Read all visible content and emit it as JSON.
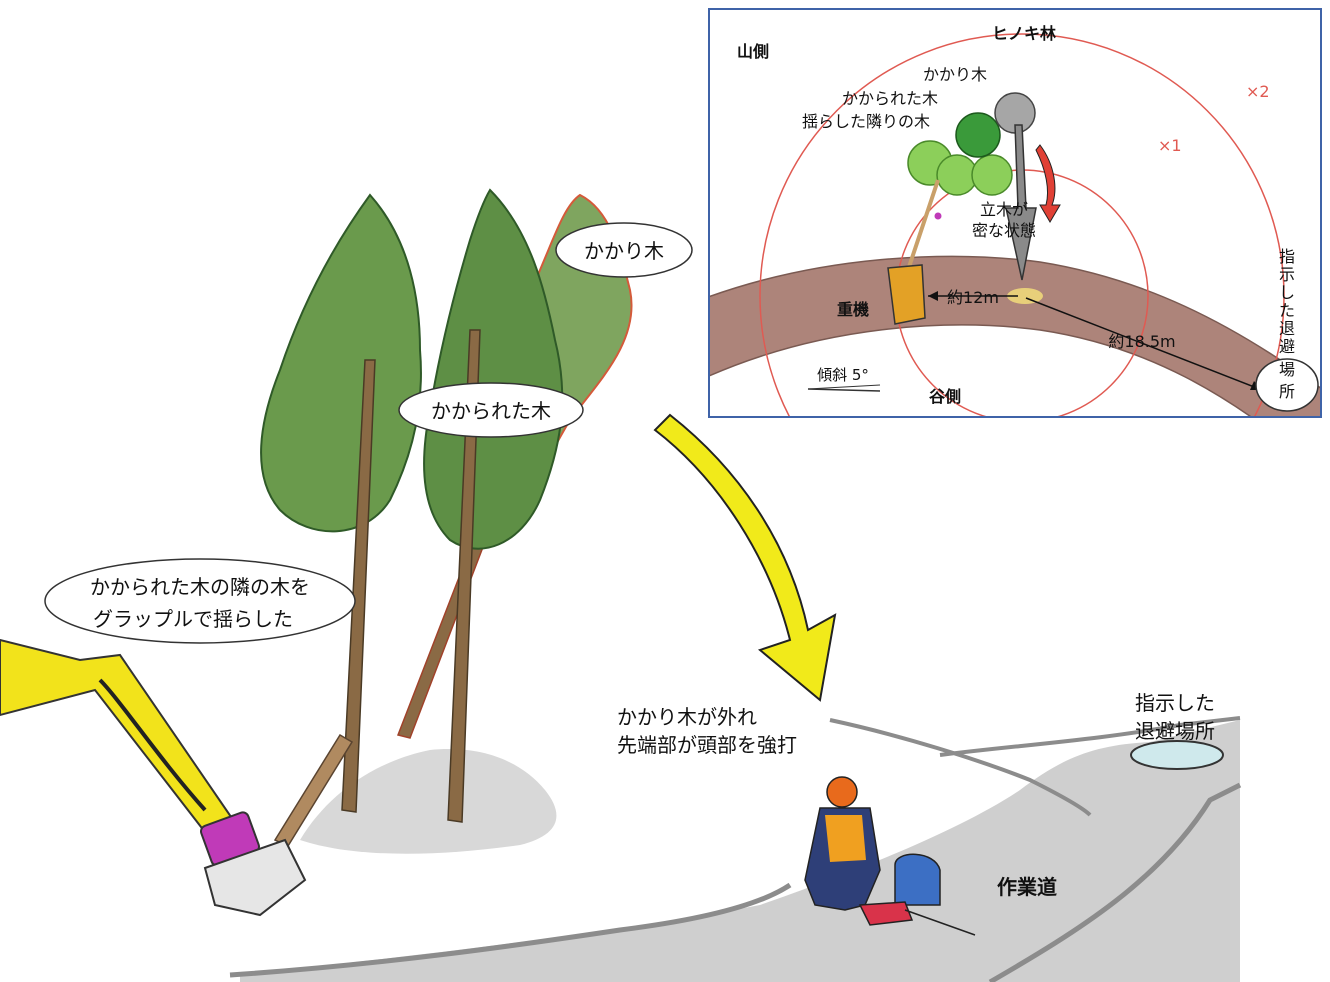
{
  "main": {
    "tree_label": "かかり木",
    "caught_tree_label": "かかられた木",
    "grapple_note_line1": "かかられた木の隣の木を",
    "grapple_note_line2": "グラップルで揺らした",
    "accident_line1": "かかり木が外れ",
    "accident_line2": "先端部が頭部を強打",
    "shelter_line1": "指示した",
    "shelter_line2": "退避場所",
    "work_road": "作業道"
  },
  "inset": {
    "hinoki_forest": "ヒノキ林",
    "mountain_side": "山側",
    "valley_side": "谷側",
    "hung_tree": "かかり木",
    "caught_tree": "かかられた木",
    "shaken_tree": "揺らした隣りの木",
    "dense_line1": "立木が",
    "dense_line2": "密な状態",
    "times1": "×1",
    "times2": "×2",
    "machine": "重機",
    "dist_12": "約12m",
    "dist_18": "約18.5m",
    "slope": "傾斜 5°",
    "shelter_vertical": [
      "指",
      "示",
      "し",
      "た",
      "退",
      "避",
      "場",
      "所"
    ]
  },
  "colors": {
    "tree_green": "#6f9a4e",
    "tree_dark": "#3f6b34",
    "trunk": "#8a6a45",
    "excavator": "#f2e31b",
    "grapple": "#c03ab8",
    "road_shadow": "#b9b9b9",
    "arrow": "#f1ea1a",
    "inset_border": "#3f63a8",
    "road_brown": "#ad847a",
    "circle_red": "#e05a52",
    "shelter_fill": "#cfe9ec"
  }
}
